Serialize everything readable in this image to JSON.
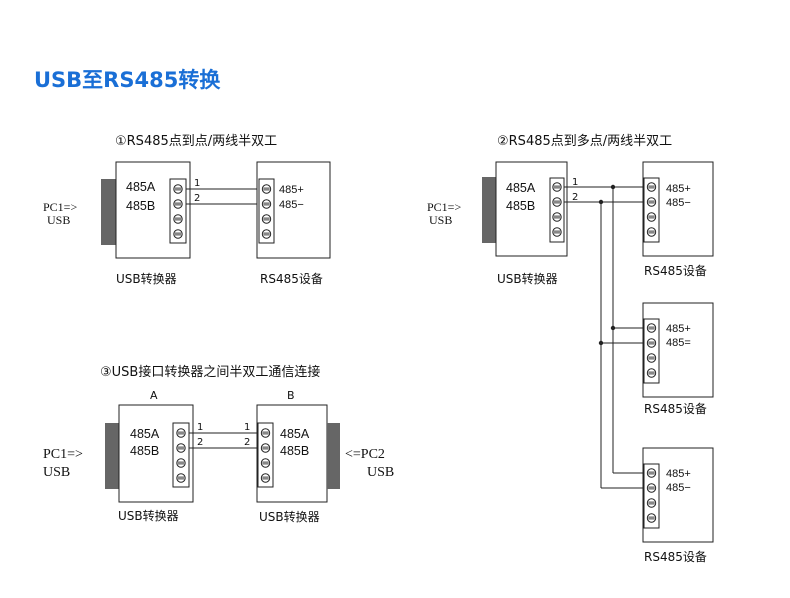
{
  "page_title": "USB至RS485转换",
  "colors": {
    "title": "#1a6fd6",
    "line": "#222222",
    "plug": "#666666"
  },
  "diagram1": {
    "caption": "①RS485点到点/两线半双工",
    "pc_label_1": "PC1=>",
    "pc_label_2": "USB",
    "converter_a": "485A",
    "converter_b": "485B",
    "wire_1": "1",
    "wire_2": "2",
    "device_plus": "485+",
    "device_minus": "485−",
    "converter_caption": "USB转换器",
    "device_caption": "RS485设备"
  },
  "diagram2": {
    "caption": "②RS485点到多点/两线半双工",
    "pc_label_1": "PC1=>",
    "pc_label_2": "USB",
    "converter_a": "485A",
    "converter_b": "485B",
    "wire_1": "1",
    "wire_2": "2",
    "converter_caption": "USB转换器",
    "devices": [
      {
        "plus": "485+",
        "minus": "485−",
        "caption": "RS485设备"
      },
      {
        "plus": "485+",
        "minus": "485=",
        "caption": "RS485设备"
      },
      {
        "plus": "485+",
        "minus": "485−",
        "caption": "RS485设备"
      }
    ]
  },
  "diagram3": {
    "caption": "③USB接口转换器之间半双工通信连接",
    "label_a": "A",
    "label_b": "B",
    "pc1_label_1": "PC1=>",
    "pc1_label_2": "USB",
    "pc2_label_1": "<=PC2",
    "pc2_label_2": "USB",
    "left_a": "485A",
    "left_b": "485B",
    "right_a": "485A",
    "right_b": "485B",
    "wire_1": "1",
    "wire_2": "2",
    "left_caption": "USB转换器",
    "right_caption": "USB转换器"
  }
}
